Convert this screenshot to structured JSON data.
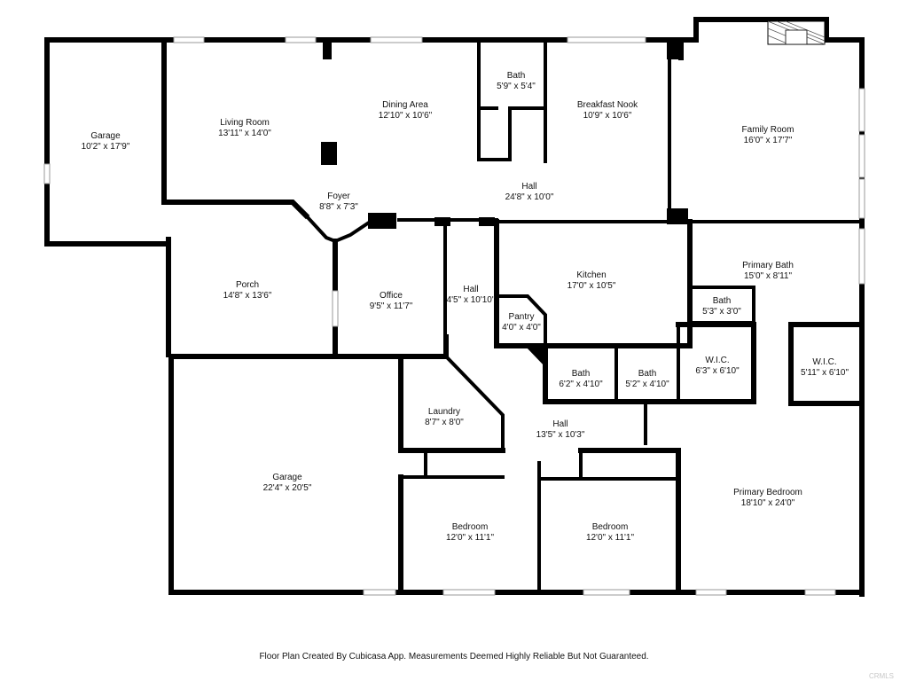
{
  "rooms": [
    {
      "id": "garage-left",
      "name": "Garage",
      "dims": "10'2\" x 17'9\""
    },
    {
      "id": "living-room",
      "name": "Living Room",
      "dims": "13'11\" x 14'0\""
    },
    {
      "id": "dining-area",
      "name": "Dining Area",
      "dims": "12'10\" x 10'6\""
    },
    {
      "id": "bath-top",
      "name": "Bath",
      "dims": "5'9\" x 5'4\""
    },
    {
      "id": "breakfast-nook",
      "name": "Breakfast Nook",
      "dims": "10'9\" x 10'6\""
    },
    {
      "id": "family-room",
      "name": "Family Room",
      "dims": "16'0\" x 17'7\""
    },
    {
      "id": "foyer",
      "name": "Foyer",
      "dims": "8'8\" x 7'3\""
    },
    {
      "id": "hall-main",
      "name": "Hall",
      "dims": "24'8\" x 10'0\""
    },
    {
      "id": "porch",
      "name": "Porch",
      "dims": "14'8\" x 13'6\""
    },
    {
      "id": "office",
      "name": "Office",
      "dims": "9'5\" x 11'7\""
    },
    {
      "id": "hall-narrow",
      "name": "Hall",
      "dims": "4'5\" x 10'10\""
    },
    {
      "id": "kitchen",
      "name": "Kitchen",
      "dims": "17'0\" x 10'5\""
    },
    {
      "id": "pantry",
      "name": "Pantry",
      "dims": "4'0\" x 4'0\""
    },
    {
      "id": "primary-bath",
      "name": "Primary Bath",
      "dims": "15'0\" x 8'11\""
    },
    {
      "id": "bath-small",
      "name": "Bath",
      "dims": "5'3\" x 3'0\""
    },
    {
      "id": "wic-left",
      "name": "W.I.C.",
      "dims": "6'3\" x 6'10\""
    },
    {
      "id": "wic-right",
      "name": "W.I.C.",
      "dims": "5'11\" x 6'10\""
    },
    {
      "id": "bath-mid-1",
      "name": "Bath",
      "dims": "6'2\" x 4'10\""
    },
    {
      "id": "bath-mid-2",
      "name": "Bath",
      "dims": "5'2\" x 4'10\""
    },
    {
      "id": "laundry",
      "name": "Laundry",
      "dims": "8'7\" x 8'0\""
    },
    {
      "id": "hall-lower",
      "name": "Hall",
      "dims": "13'5\" x 10'3\""
    },
    {
      "id": "garage-main",
      "name": "Garage",
      "dims": "22'4\" x 20'5\""
    },
    {
      "id": "bedroom-1",
      "name": "Bedroom",
      "dims": "12'0\" x 11'1\""
    },
    {
      "id": "bedroom-2",
      "name": "Bedroom",
      "dims": "12'0\" x 11'1\""
    },
    {
      "id": "primary-bedroom",
      "name": "Primary Bedroom",
      "dims": "18'10\" x 24'0\""
    }
  ],
  "footer": {
    "disclaimer": "Floor Plan Created By Cubicasa App. Measurements Deemed Highly Reliable But Not Guaranteed.",
    "watermark": "CRMLS"
  },
  "colors": {
    "wall": "#000000",
    "window": "#9a9a9a",
    "background": "#ffffff"
  }
}
